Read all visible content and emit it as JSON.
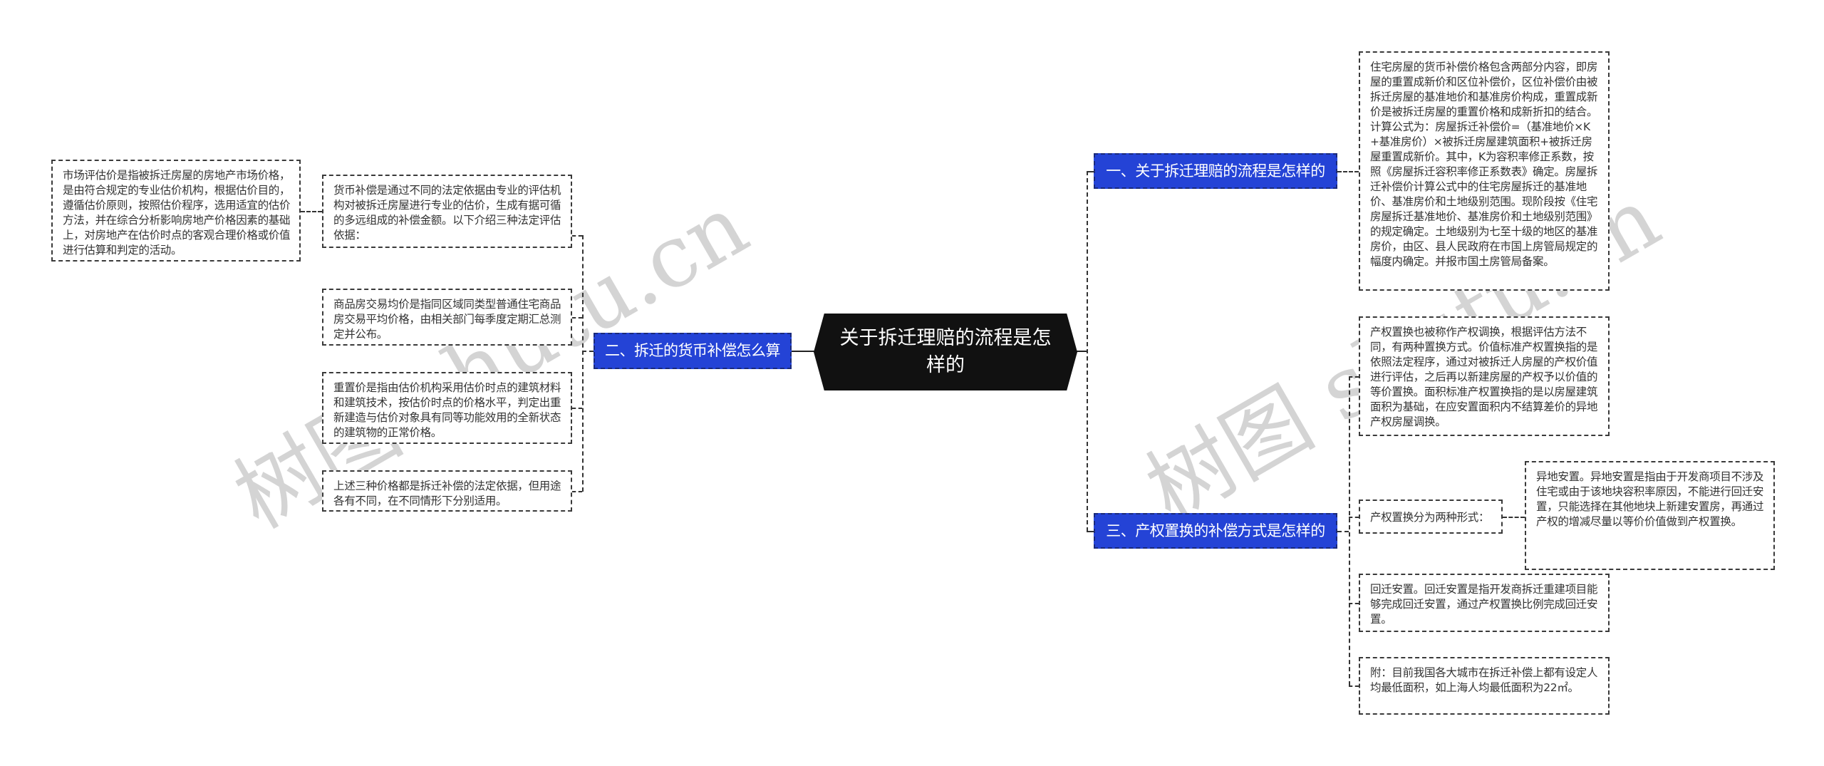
{
  "root": {
    "label": "关于拆迁理赔的流程是怎样的"
  },
  "branches": [
    {
      "label": "一、关于拆迁理赔的流程是怎样的",
      "children": [
        {
          "text": "住宅房屋的货币补偿价格包含两部分内容，即房屋的重置成新价和区位补偿价，区位补偿价由被拆迁房屋的基准地价和基准房价构成，重置成新价是被拆迁房屋的重置价格和成新折扣的结合。计算公式为：房屋拆迁补偿价=（基准地价×K+基准房价）×被拆迁房屋建筑面积+被拆迁房屋重置成新价。其中，K为容积率修正系数，按照《房屋拆迁容积率修正系数表》确定。房屋拆迁补偿价计算公式中的住宅房屋拆迁的基准地价、基准房价和土地级别范围。现阶段按《住宅房屋拆迁基准地价、基准房价和土地级别范围》的规定确定。土地级别为七至十级的地区的基准房价，由区、县人民政府在市国上房管局规定的幅度内确定。并报市国土房管局备案。"
        }
      ]
    },
    {
      "label": "二、拆迁的货币补偿怎么算",
      "children": [
        {
          "text": "货币补偿是通过不同的法定依据由专业的评估机构对被拆迁房屋进行专业的估价，生成有据可循的多远组成的补偿金额。以下介绍三种法定评估依据：",
          "children": [
            {
              "text": "市场评估价是指被拆迁房屋的房地产市场价格，是由符合规定的专业估价机构，根据估价目的，遵循估价原则，按照估价程序，选用适宜的估价方法，并在综合分析影响房地产价格因素的基础上，对房地产在估价时点的客观合理价格或价值进行估算和判定的活动。"
            }
          ]
        },
        {
          "text": "商品房交易均价是指同区域同类型普通住宅商品房交易平均价格，由相关部门每季度定期汇总测定并公布。"
        },
        {
          "text": "重置价是指由估价机构采用估价时点的建筑材料和建筑技术，按估价时点的价格水平，判定出重新建造与估价对象具有同等功能效用的全新状态的建筑物的正常价格。"
        },
        {
          "text": "上述三种价格都是拆迁补偿的法定依据，但用途各有不同，在不同情形下分别适用。"
        }
      ]
    },
    {
      "label": "三、产权置换的补偿方式是怎样的",
      "children": [
        {
          "text": "产权置换也被称作产权调换，根据评估方法不同，有两种置换方式。价值标准产权置换指的是依照法定程序，通过对被拆迁人房屋的产权价值进行评估，之后再以新建房屋的产权予以价值的等价置换。面积标准产权置换指的是以房屋建筑面积为基础，在应安置面积内不结算差价的异地产权房屋调换。"
        },
        {
          "text": "产权置换分为两种形式：",
          "children": [
            {
              "text": "异地安置。异地安置是指由于开发商项目不涉及住宅或由于该地块容积率原因，不能进行回迁安置，只能选择在其他地块上新建安置房，再通过产权的增减尽量以等价价值做到产权置换。"
            }
          ]
        },
        {
          "text": "回迁安置。回迁安置是指开发商拆迁重建项目能够完成回迁安置，通过产权置换比例完成回迁安置。"
        },
        {
          "text": "附：目前我国各大城市在拆迁补偿上都有设定人均最低面积，如上海人均最低面积为22㎡。"
        }
      ]
    }
  ],
  "watermarks": [
    "树图 shutu.cn",
    "树图 shutu.cn"
  ],
  "colors": {
    "branch_fill": "#2443d6",
    "root_fill": "#111111",
    "line": "#333333"
  }
}
